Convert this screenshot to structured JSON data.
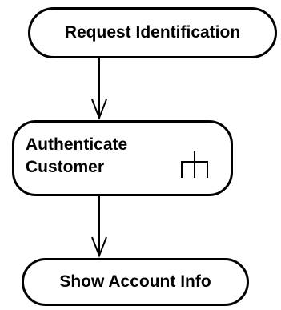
{
  "diagram": {
    "type": "activity",
    "actions": {
      "request_identification": "Request Identification",
      "authenticate_customer": "Authenticate Customer",
      "show_account_info": "Show Account Info"
    },
    "flows": [
      {
        "from": "Request Identification",
        "to": "Authenticate Customer"
      },
      {
        "from": "Authenticate Customer",
        "to": "Show Account Info"
      }
    ],
    "authenticate_has_subactivity_icon": true,
    "icons": {
      "subactivity": "rake-icon",
      "arrowhead": "open-arrowhead"
    },
    "colors": {
      "stroke": "#000000",
      "fill": "#ffffff"
    }
  }
}
